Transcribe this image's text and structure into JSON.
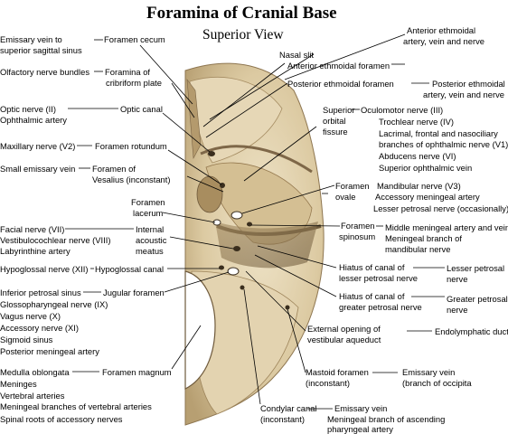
{
  "title": "Foramina of Cranial Base",
  "subtitle": "Superior View",
  "colors": {
    "bone_light": "#e9dcc0",
    "bone_mid": "#c9b48a",
    "bone_dark": "#8a7250",
    "leader": "#000000"
  },
  "left_labels": {
    "emissary_vein": "Emissary vein to",
    "superior_sagittal_sinus": "superior sagittal sinus",
    "foramen_cecum": "Foramen cecum",
    "olfactory_bundles": "Olfactory nerve bundles",
    "foramina_of": "Foramina of",
    "cribriform_plate": "cribriform plate",
    "optic_nerve": "Optic nerve (II)",
    "ophthalmic_artery": "Ophthalmic artery",
    "optic_canal": "Optic canal",
    "maxillary_nerve": "Maxillary nerve (V2)",
    "foramen_rotundum": "Foramen rotundum",
    "small_emissary_vein": "Small emissary vein",
    "foramen_of": "Foramen of",
    "vesalius": "Vesalius (inconstant)",
    "foramen": "Foramen",
    "lacerum": "lacerum",
    "facial_nerve": "Facial nerve (VII)",
    "vestibulocochlear": "Vestibulocochlear nerve (VIII)",
    "labyrinthine": "Labyrinthine artery",
    "internal": "Internal",
    "acoustic": "acoustic",
    "meatus": "meatus",
    "hypoglossal_nerve": "Hypoglossal nerve (XII)",
    "hypoglossal_canal": "Hypoglossal canal",
    "inferior_petrosal": "Inferior petrosal sinus",
    "glossopharyngeal": "Glossopharyngeal nerve (IX)",
    "vagus": "Vagus nerve (X)",
    "accessory": "Accessory nerve (XI)",
    "sigmoid": "Sigmoid sinus",
    "post_meningeal": "Posterior meningeal artery",
    "jugular_foramen": "Jugular foramen",
    "medulla": "Medulla oblongata",
    "meninges": "Meninges",
    "vertebral": "Vertebral arteries",
    "meningeal_vertebral": "Meningeal branches of vertebral arteries",
    "spinal_roots": "Spinal roots of accessory nerves",
    "foramen_magnum": "Foramen magnum"
  },
  "right_labels": {
    "ant_ethmoidal_1": "Anterior ethmoidal",
    "ant_ethmoidal_2": "artery, vein and nerve",
    "nasal_slit": "Nasal slit",
    "ant_ethmoidal_foramen": "Anterior ethmoidal foramen",
    "post_ethmoidal_foramen": "Posterior ethmoidal foramen",
    "post_ethmoidal_1": "Posterior ethmoidal",
    "post_ethmoidal_2": "artery, vein and nerve",
    "superior": "Superior",
    "orbital": "orbital",
    "fissure": "fissure",
    "oculomotor": "Oculomotor nerve (III)",
    "trochlear": "Trochlear nerve (IV)",
    "lacrimal": "Lacrimal, frontal and nasociliary",
    "branches_ophthalmic": "branches of ophthalmic nerve (V1)",
    "abducens": "Abducens nerve (VI)",
    "sup_ophthalmic_vein": "Superior ophthalmic vein",
    "foramen_ovale_1": "Foramen",
    "foramen_ovale_2": "ovale",
    "mandibular": "Mandibular nerve (V3)",
    "accessory_meningeal": "Accessory meningeal artery",
    "lesser_petrosal_occ": "Lesser petrosal nerve (occasionally)",
    "foramen_spinosum_1": "Foramen",
    "foramen_spinosum_2": "spinosum",
    "middle_meningeal": "Middle meningeal artery and vein",
    "meningeal_branch": "Meningeal branch of",
    "mandibular_nerve": "mandibular nerve",
    "hiatus_lesser_1": "Hiatus of canal of",
    "hiatus_lesser_2": "lesser petrosal nerve",
    "lesser_petrosal_1": "Lesser petrosal",
    "lesser_petrosal_2": "nerve",
    "hiatus_greater_1": "Hiatus of canal of",
    "hiatus_greater_2": "greater petrosal nerve",
    "greater_petrosal_1": "Greater petrosal",
    "greater_petrosal_2": "nerve",
    "ext_opening_1": "External opening of",
    "ext_opening_2": "vestibular aqueduct",
    "endolymphatic": "Endolymphatic duct",
    "mastoid_1": "Mastoid foramen",
    "mastoid_2": "(inconstant)",
    "emissary_occ_1": "Emissary vein",
    "emissary_occ_2": "(branch of occipita",
    "condylar_1": "Condylar canal",
    "condylar_2": "(inconstant)",
    "emissary_vein_b": "Emissary vein",
    "meningeal_asc_1": "Meningeal branch of ascending",
    "meningeal_asc_2": "pharyngeal artery"
  }
}
